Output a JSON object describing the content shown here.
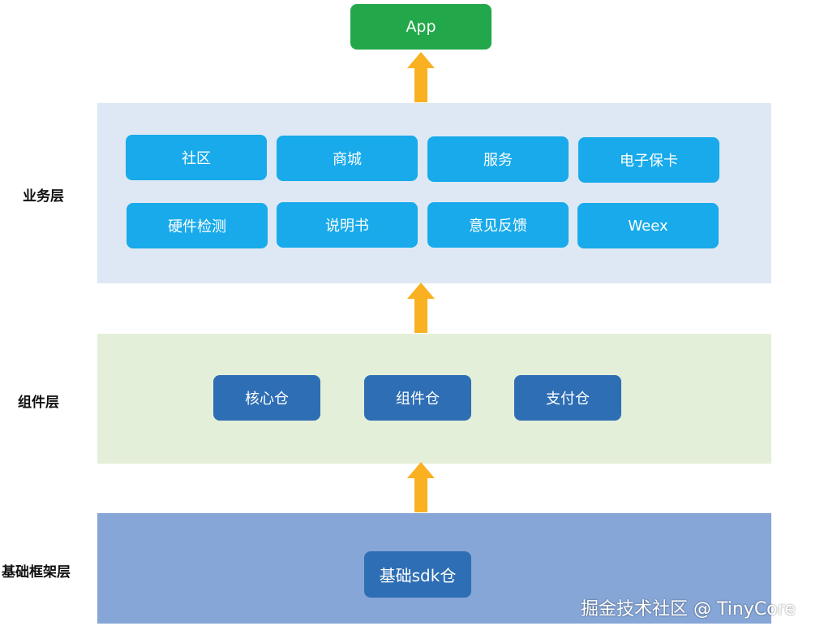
{
  "app": {
    "label": "App"
  },
  "layers": {
    "business": {
      "label": "业务层",
      "items": [
        "社区",
        "商城",
        "服务",
        "电子保卡",
        "硬件检测",
        "说明书",
        "意见反馈",
        "Weex"
      ]
    },
    "component": {
      "label": "组件层",
      "items": [
        "核心仓",
        "组件仓",
        "支付仓"
      ]
    },
    "foundation": {
      "label": "基础框架层",
      "items": [
        "基础sdk仓"
      ]
    }
  },
  "watermark": "掘金技术社区 @ TinyCore",
  "colors": {
    "app": "#22a84a",
    "arrow": "#f9b122",
    "business_bg": "#dde8f4",
    "business_item": "#18aaea",
    "component_bg": "#e4efd9",
    "component_item": "#2e6eb4",
    "foundation_bg": "#86a6d8"
  }
}
